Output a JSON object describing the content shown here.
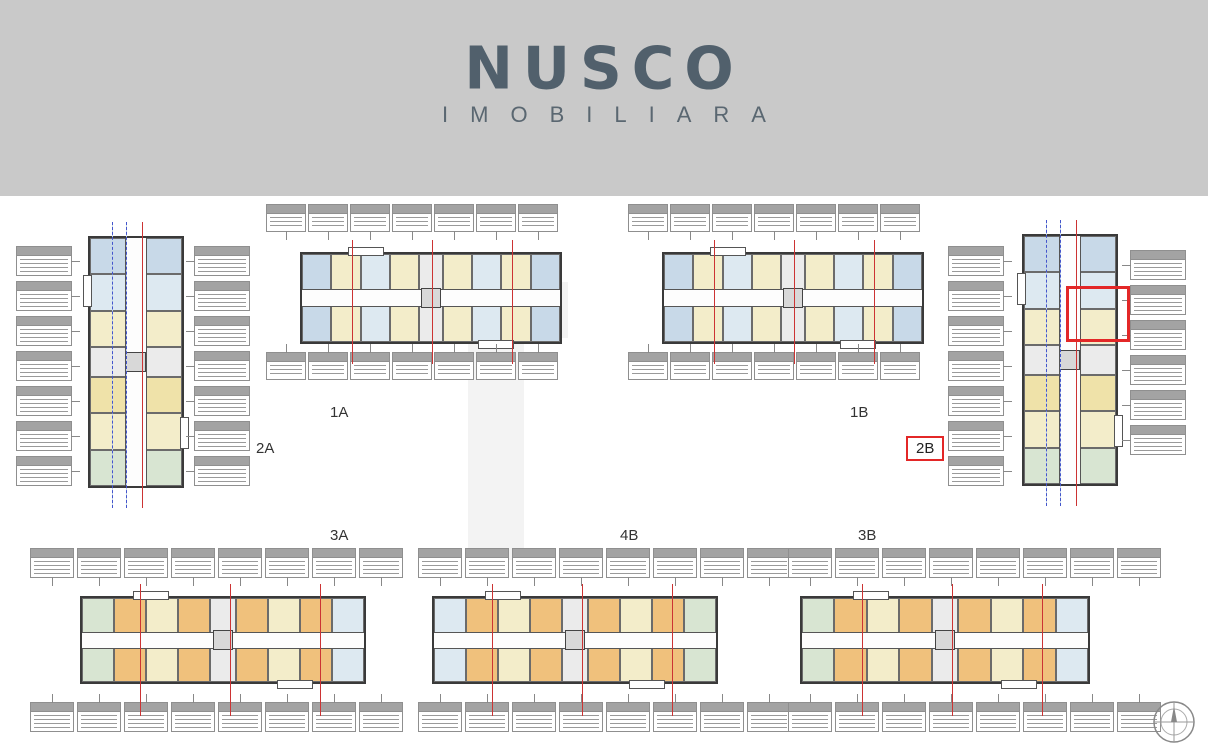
{
  "brand": {
    "name": "NUSCO",
    "subtitle": "IMOBILIARA"
  },
  "buildings": {
    "b2a": {
      "label": "2A"
    },
    "b1a": {
      "label": "1A"
    },
    "b1b": {
      "label": "1B"
    },
    "b2b": {
      "label": "2B"
    },
    "b3a": {
      "label": "3A"
    },
    "b4b": {
      "label": "4B"
    },
    "b3b": {
      "label": "3B"
    }
  },
  "highlight": {
    "building": "2B",
    "color": "#e32727"
  },
  "colors": {
    "header_bg": "#c9c9c9",
    "logo": "#51606c",
    "highlight_red": "#e32727"
  }
}
